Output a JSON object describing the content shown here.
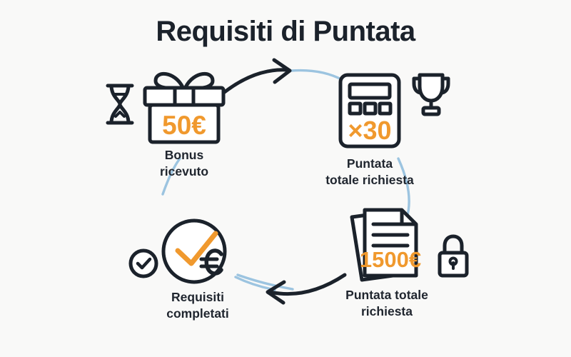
{
  "page": {
    "title": "Requisiti di Puntata",
    "background_color": "#f9f9f8",
    "title_color": "#1b222b",
    "accent_color": "#f0992e",
    "ink_color": "#20262f",
    "arc_color": "#9cc4e0"
  },
  "steps": [
    {
      "id": "step-bonus",
      "icon": "gift-box-icon",
      "value": "50€",
      "label": "Bonus\nricevuto",
      "side_icon": "hourglass-icon"
    },
    {
      "id": "step-multiplier",
      "icon": "calculator-icon",
      "value": "×30",
      "label": "Puntata\ntotale richiesta",
      "side_icon": "trophy-icon"
    },
    {
      "id": "step-total",
      "icon": "documents-icon",
      "value": "1500€",
      "label": "Puntata totale\nrichiesta",
      "side_icon": "lock-icon"
    },
    {
      "id": "step-completed",
      "icon": "check-euro-circle-icon",
      "value": "",
      "label": "Requisiti\ncompletati",
      "side_icon": "check-circle-icon"
    }
  ],
  "arrows": [
    {
      "id": "arrow-top",
      "direction": "right",
      "from": "step-bonus",
      "to": "step-multiplier"
    },
    {
      "id": "arrow-bottom",
      "direction": "left",
      "from": "step-total",
      "to": "step-completed"
    }
  ],
  "arcs": [
    {
      "id": "arc-top-right",
      "from": "step-bonus",
      "to": "step-multiplier"
    },
    {
      "id": "arc-right",
      "from": "step-multiplier",
      "to": "step-total"
    },
    {
      "id": "arc-bottom-left",
      "from": "step-total",
      "to": "step-completed"
    },
    {
      "id": "arc-left",
      "from": "step-completed",
      "to": "step-bonus"
    }
  ]
}
